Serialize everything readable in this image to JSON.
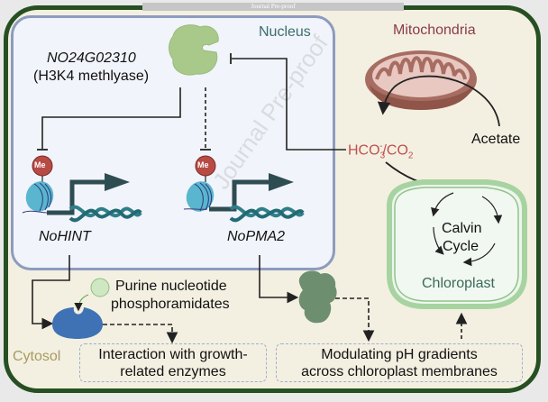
{
  "watermark": {
    "header": "Journal Pre-proof",
    "diagonal": "Journal Pre-proof"
  },
  "compartments": {
    "nucleus": "Nucleus",
    "mitochondria": "Mitochondria",
    "cytosol": "Cytosol",
    "chloroplast": "Chloroplast"
  },
  "enzyme": {
    "gene": "NO24G02310",
    "role": "(H3K4 methlyase)"
  },
  "marks": {
    "methyl": "Me"
  },
  "genes": {
    "left": "NoHINT",
    "right": "NoPMA2"
  },
  "metabolites": {
    "carbon": "HCO",
    "sub": "3",
    "sup": "-",
    "slash": "/CO",
    "sub2": "2",
    "acetate": "Acetate"
  },
  "cycle": {
    "line1": "Calvin",
    "line2": "Cycle"
  },
  "ligand": {
    "line1": "Purine nucleotide",
    "line2": "phosphoramidates"
  },
  "outcomes": {
    "left_line1": "Interaction with growth-",
    "left_line2": "related enzymes",
    "right_line1": "Modulating pH gradients",
    "right_line2": "across chloroplast membranes"
  },
  "colors": {
    "cell_border": "#264f22",
    "cytosol": "#f3f0e2",
    "nucleus": "#f1f4fa",
    "nucleus_border": "#8d9bbf",
    "mito_label": "#8b3a4a",
    "carbon": "#c0504d",
    "chloro_label": "#3a6b5a",
    "nucleus_label": "#3b6d6f"
  }
}
